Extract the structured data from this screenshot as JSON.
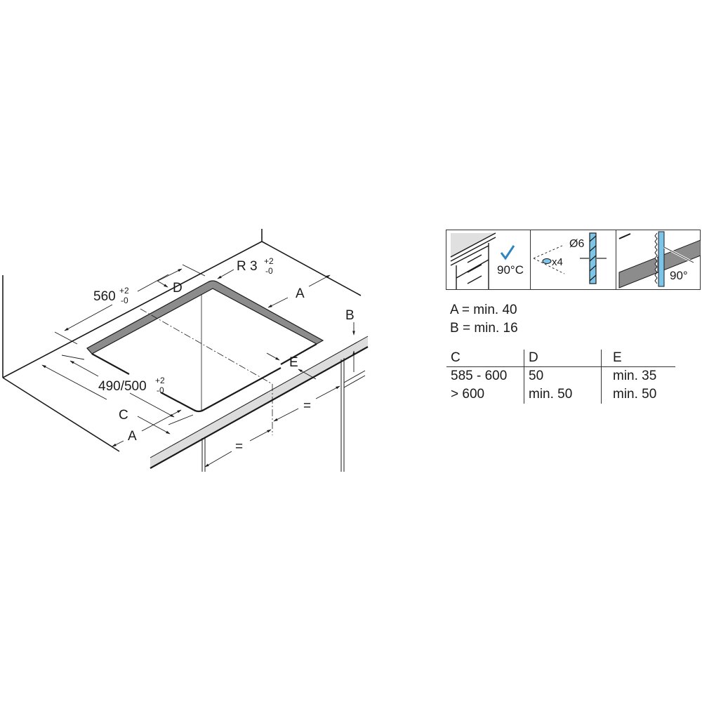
{
  "drawing": {
    "labels": {
      "width_value": "560",
      "width_tol_plus": "+2",
      "width_tol_minus": "-0",
      "depth_value": "490/500",
      "depth_tol_plus": "+2",
      "depth_tol_minus": "-0",
      "radius_value": "R 3",
      "radius_tol_plus": "+2",
      "radius_tol_minus": "-0",
      "dim_a_back": "A",
      "dim_a_front": "A",
      "dim_b": "B",
      "dim_c": "C",
      "dim_d": "D",
      "dim_e": "E",
      "equal_left": "=",
      "equal_right": "="
    },
    "colors": {
      "line": "#1a1a1a",
      "cutout_rim": "#8c8c8c",
      "worktop_edge": "#dcdcdc"
    }
  },
  "icons": [
    {
      "name": "heat-resistant-icon",
      "text": "90°C",
      "check_color": "#2e86c1"
    },
    {
      "name": "drill-icon",
      "hole_count": "x4",
      "diameter": "Ø6",
      "accent": "#7cc4e8"
    },
    {
      "name": "saw-cut-icon",
      "angle": "90°",
      "accent": "#7cc4e8"
    }
  ],
  "specs": {
    "a": "A = min. 40",
    "b": "B = min. 16"
  },
  "table": {
    "headers": [
      "C",
      "D",
      "E"
    ],
    "rows": [
      [
        "585 - 600",
        "50",
        "min. 35"
      ],
      [
        "> 600",
        "min. 50",
        "min. 50"
      ]
    ]
  }
}
